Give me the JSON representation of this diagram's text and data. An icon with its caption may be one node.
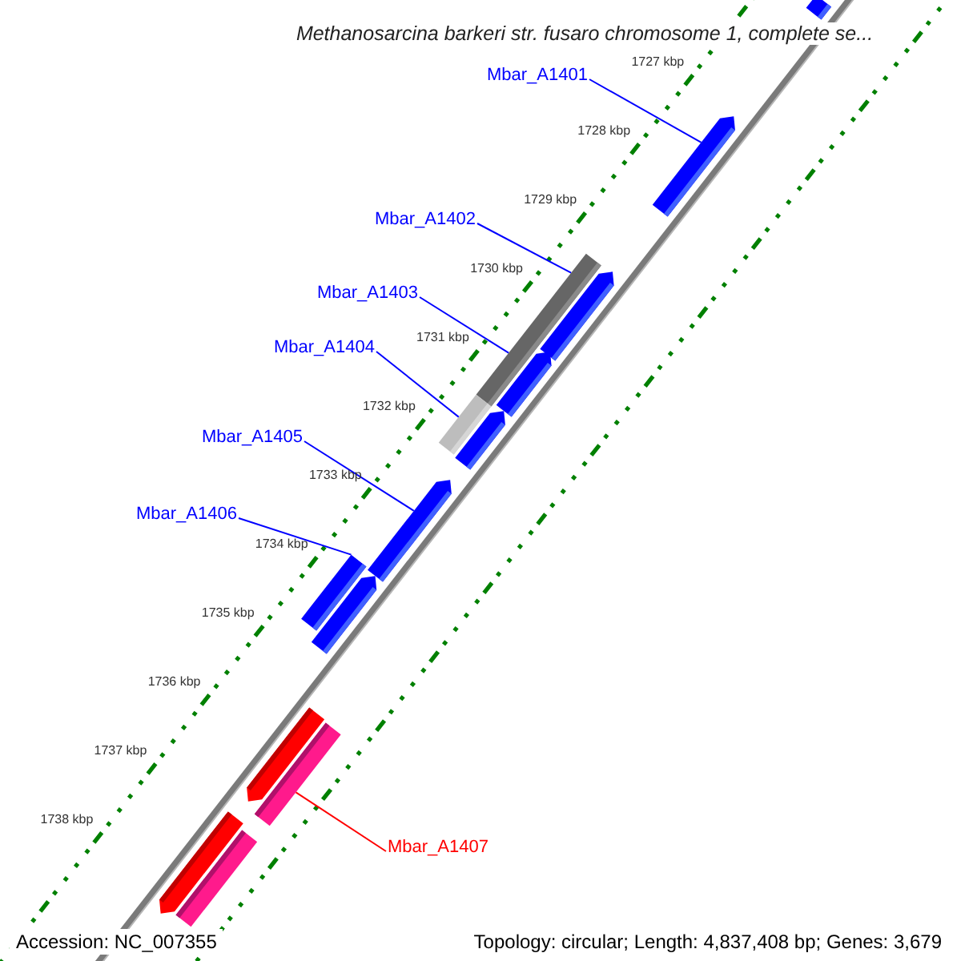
{
  "diagram": {
    "title": "Methanosarcina barkeri str. fusaro chromosome 1, complete se...",
    "nodes": [
      {
        "text": [
          "Mbar_A1401"
        ]
      },
      {
        "text": [
          "Mbar_A1402"
        ]
      },
      {
        "text": [
          "Mbar_A1403"
        ]
      },
      {
        "text": [
          "Mbar_A1404"
        ]
      },
      {
        "text": [
          "Mbar_A1405"
        ]
      },
      {
        "text": [
          "Mbar_A1406"
        ]
      },
      {
        "text": [
          "Mbar_A1407"
        ]
      },
      {
        "text": [],
        "shape": "bar"
      },
      {
        "text": [],
        "shape": "bar"
      },
      {
        "text": [],
        "shape": "bar"
      },
      {
        "text": [],
        "shape": "bar"
      },
      {
        "text": [],
        "shape": "bar"
      },
      {
        "text": [],
        "shape": "bar"
      },
      {
        "text": [],
        "shape": "bar"
      },
      {
        "text": [],
        "shape": "bar"
      },
      {
        "text": [],
        "shape": "bar"
      },
      {
        "text": [],
        "shape": "bar"
      },
      {
        "text": [],
        "shape": "bar"
      },
      {
        "text": [],
        "shape": "bar"
      },
      {
        "text": [],
        "shape": "bar"
      },
      {
        "text": [],
        "shape": "bar"
      }
    ],
    "edges": [
      {
        "from": 0,
        "to": 8,
        "arrow": "none"
      },
      {
        "from": 1,
        "to": 9,
        "arrow": "none"
      },
      {
        "from": 2,
        "to": 9,
        "arrow": "none"
      },
      {
        "from": 3,
        "to": 10,
        "arrow": "none"
      },
      {
        "from": 4,
        "to": 14,
        "arrow": "none"
      },
      {
        "from": 5,
        "to": 15,
        "arrow": "none"
      },
      {
        "from": 6,
        "to": 18,
        "arrow": "none",
        "color": "#ff0000"
      }
    ],
    "labels": [
      "1727 kbp",
      "1728 kbp",
      "1729 kbp",
      "1730 kbp",
      "1731 kbp",
      "1732 kbp",
      "1733 kbp",
      "1734 kbp",
      "1735 kbp",
      "1736 kbp",
      "1737 kbp",
      "1738 kbp",
      "Accession: NC_007355",
      "Topology: circular; Length: 4,837,408 bp; Genes: 3,679"
    ]
  }
}
